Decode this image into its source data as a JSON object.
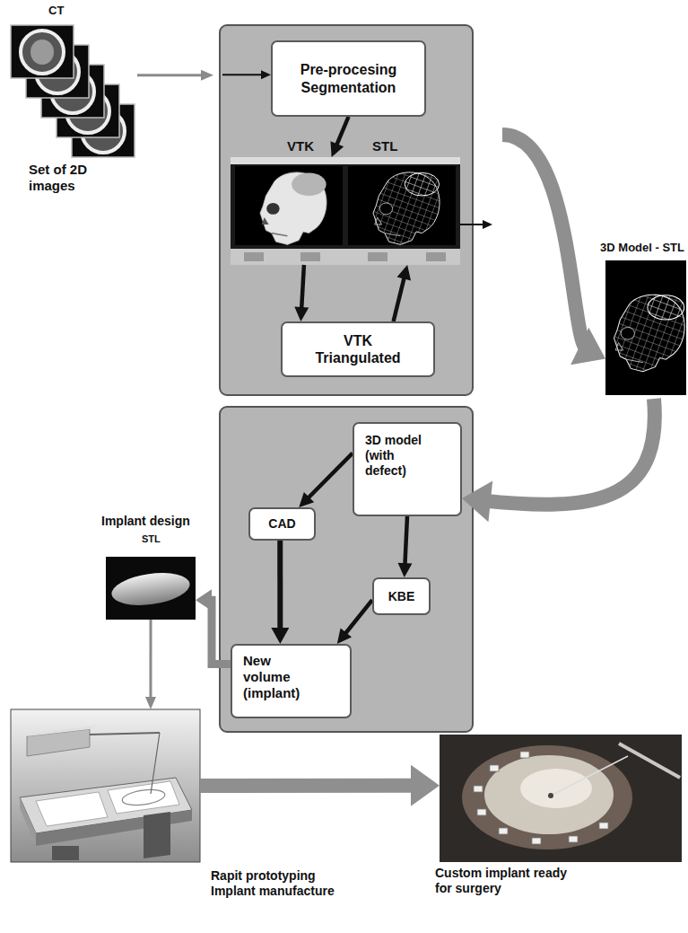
{
  "diagram": {
    "nodes": [
      {
        "text": [
          "CT",
          "Set of 2D images"
        ]
      },
      {
        "text": [
          "Pre-procesing Segmentation"
        ]
      },
      {
        "text": [
          "VTK",
          "STL"
        ]
      },
      {
        "text": [
          "VTK Triangulated"
        ]
      },
      {
        "text": [
          "3D Model - STL"
        ]
      },
      {
        "text": [
          "3D model (with defect)"
        ]
      },
      {
        "text": [
          "CAD"
        ]
      },
      {
        "text": [
          "KBE"
        ]
      },
      {
        "text": [
          "New volume (implant)"
        ]
      },
      {
        "text": [
          "Implant design",
          "STL"
        ]
      },
      {
        "text": [
          "Rapit prototyping Implant manufacture"
        ]
      },
      {
        "text": [
          "Custom implant ready for surgery"
        ]
      }
    ],
    "edges": [
      {
        "from": 0,
        "to": 1,
        "arrow": "to"
      },
      {
        "from": 1,
        "to": 2,
        "arrow": "to"
      },
      {
        "from": 2,
        "to": 3,
        "arrow": "to"
      },
      {
        "from": 3,
        "to": 2,
        "arrow": "to"
      },
      {
        "from": 2,
        "to": 4,
        "arrow": "to"
      },
      {
        "from": 4,
        "to": 5,
        "arrow": "to"
      },
      {
        "from": 5,
        "to": 6,
        "arrow": "to"
      },
      {
        "from": 5,
        "to": 7,
        "arrow": "to"
      },
      {
        "from": 6,
        "to": 8,
        "arrow": "to"
      },
      {
        "from": 7,
        "to": 8,
        "arrow": "to"
      },
      {
        "from": 8,
        "to": 9,
        "arrow": "to"
      },
      {
        "from": 9,
        "to": 10,
        "arrow": "to"
      },
      {
        "from": 10,
        "to": 11,
        "arrow": "to"
      }
    ]
  }
}
